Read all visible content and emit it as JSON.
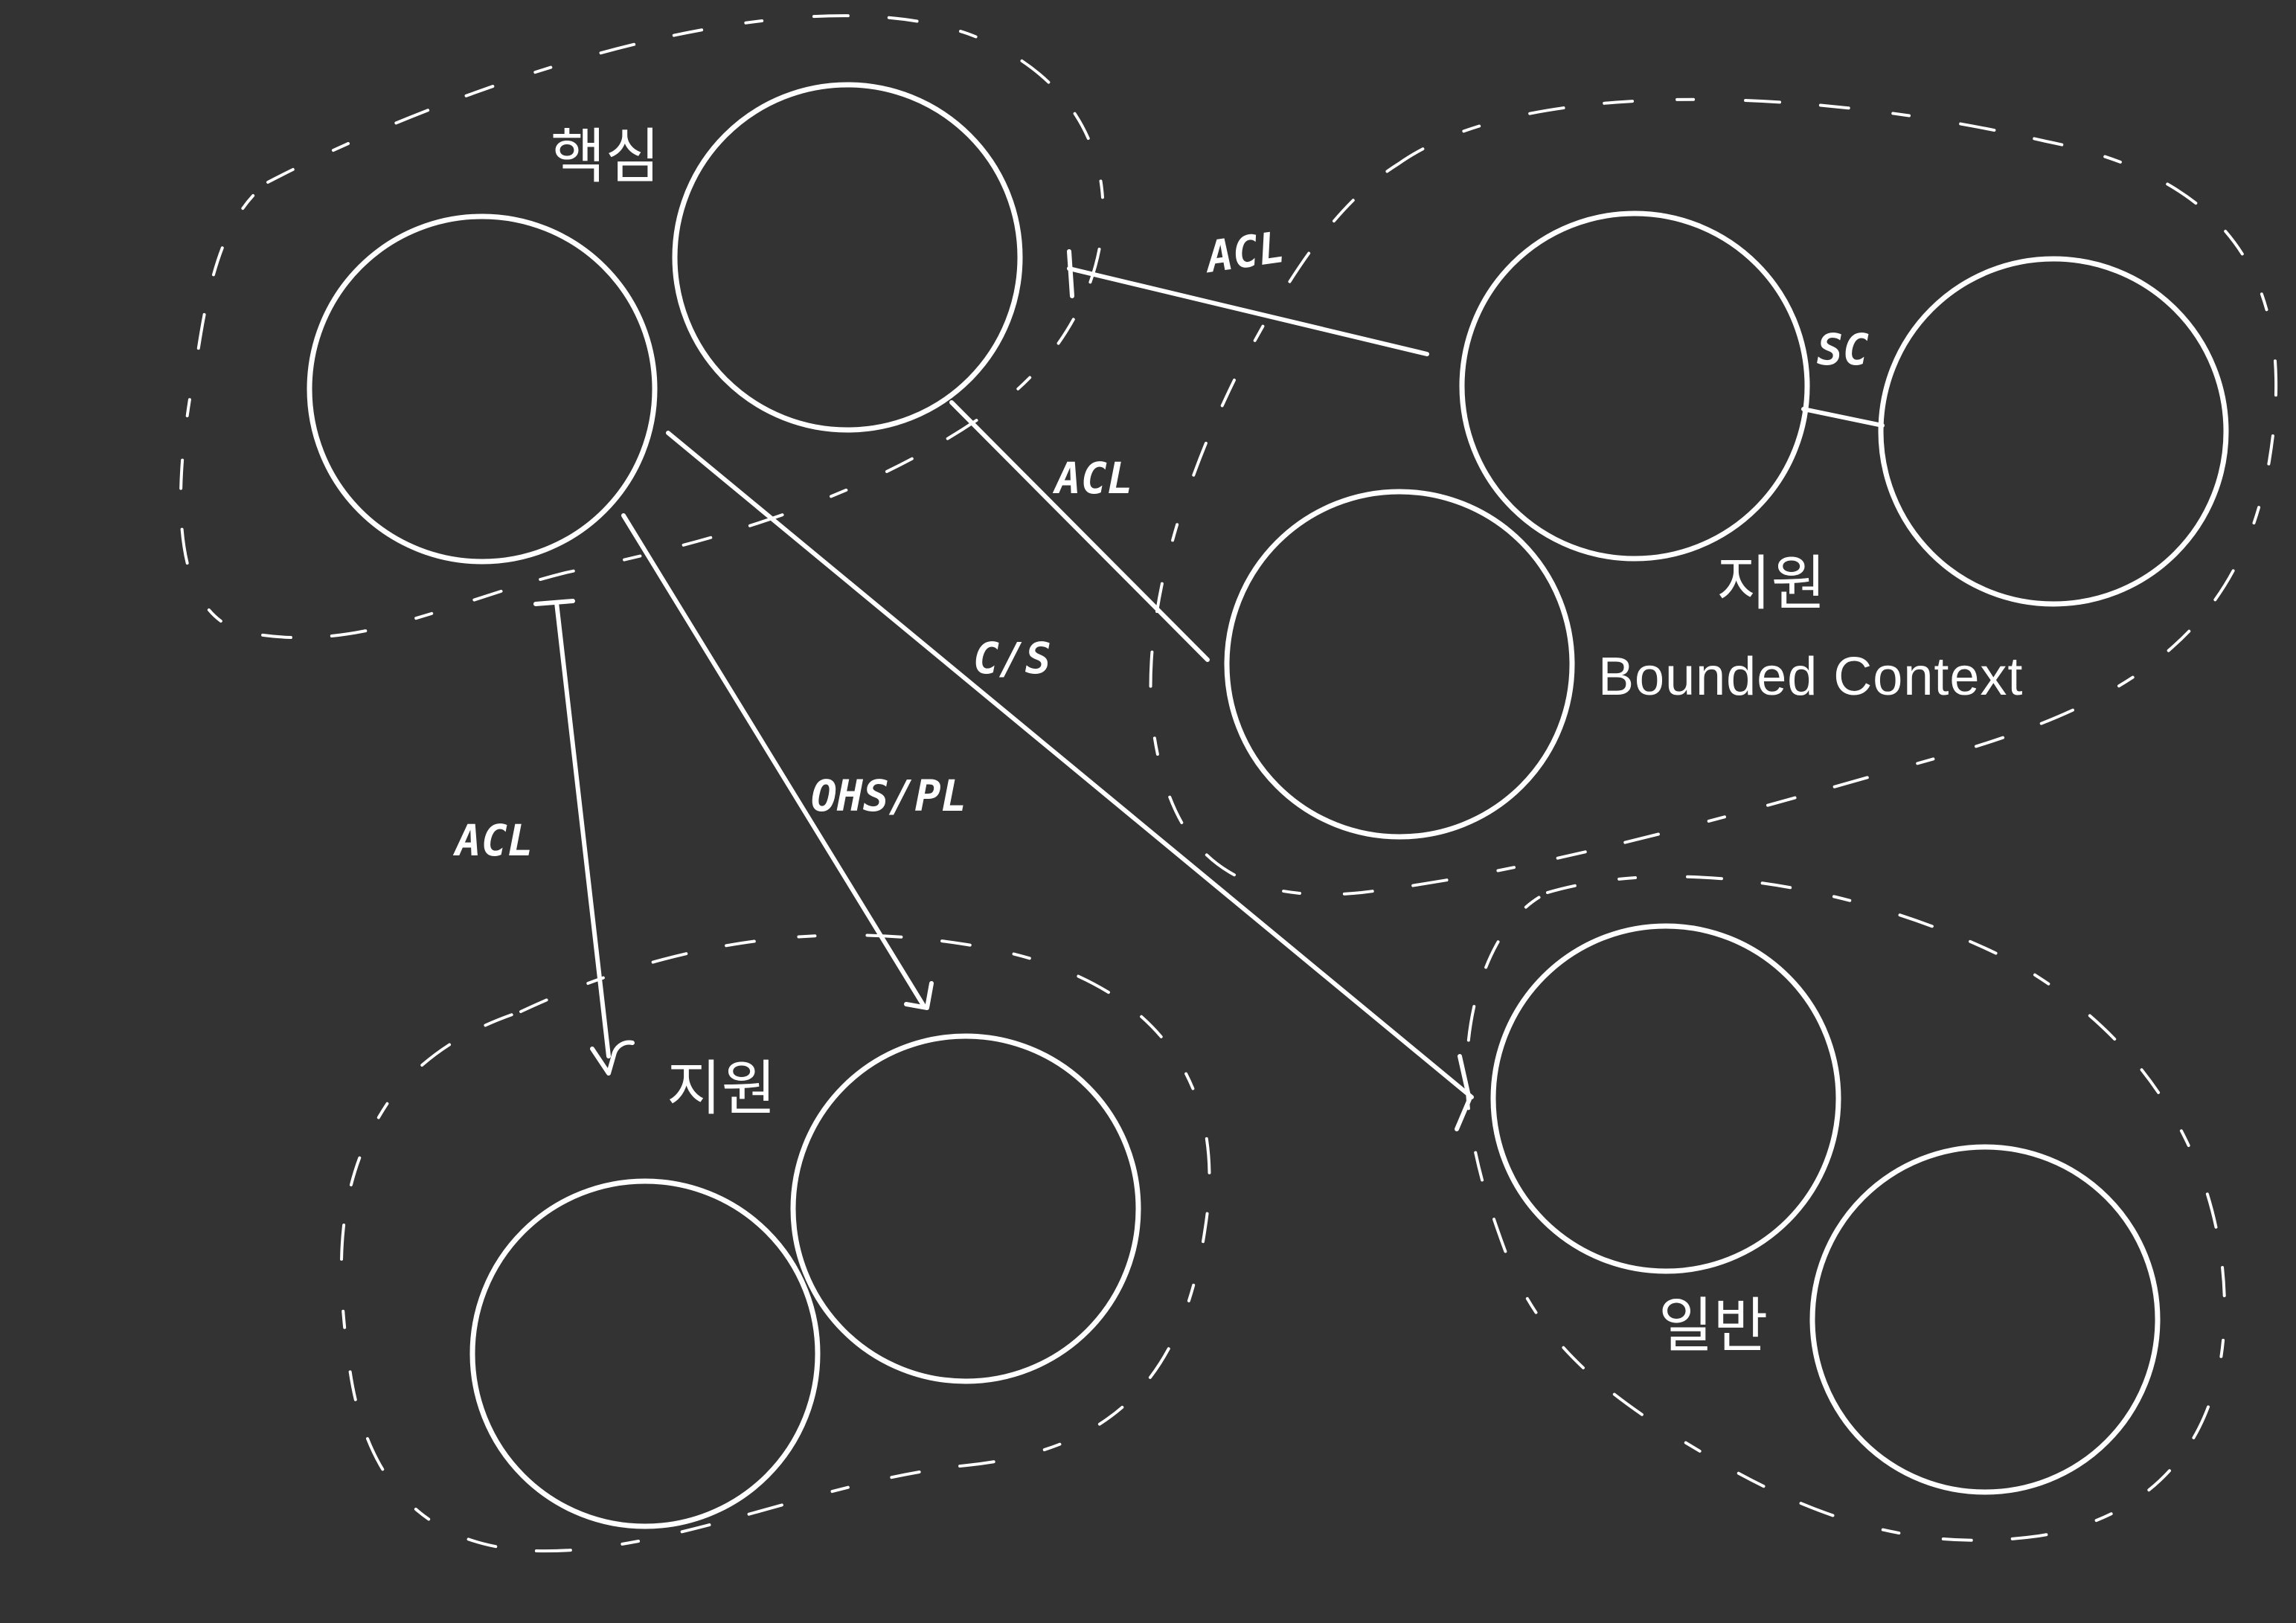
{
  "subdomains": {
    "core": {
      "label": "핵심"
    },
    "support_top": {
      "label": "지원",
      "caption": "Bounded Context"
    },
    "support_bottom": {
      "label": "지원"
    },
    "generic": {
      "label": "일반"
    }
  },
  "relationships": {
    "core_to_support_top_acl": "ACL",
    "support_top_sc": "SC",
    "core_to_support_top_acl_2": "ACL",
    "core_to_generic": "C/S",
    "core_to_support_bottom_ohs": "OHS/PL",
    "core_to_support_bottom_acl": "ACL"
  },
  "colors": {
    "background": "#333333",
    "stroke": "#ffffff"
  }
}
